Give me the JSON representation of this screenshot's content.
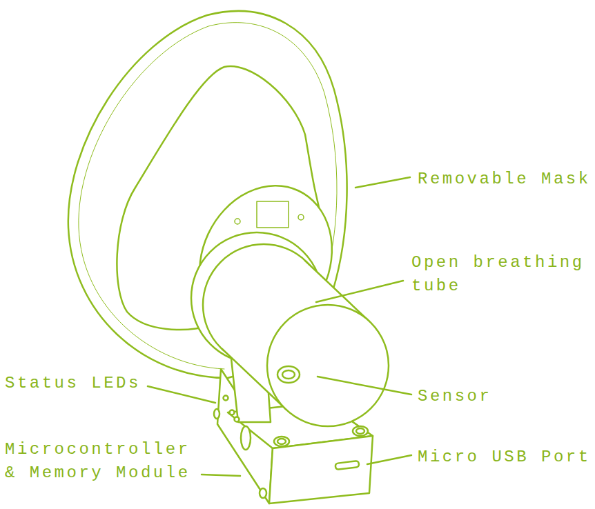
{
  "diagram": {
    "labels": [
      "Removable Mask",
      "Open breathing tube",
      "Sensor",
      "Status LEDs",
      "Microcontroller & Memory Module",
      "Micro USB Port"
    ]
  }
}
